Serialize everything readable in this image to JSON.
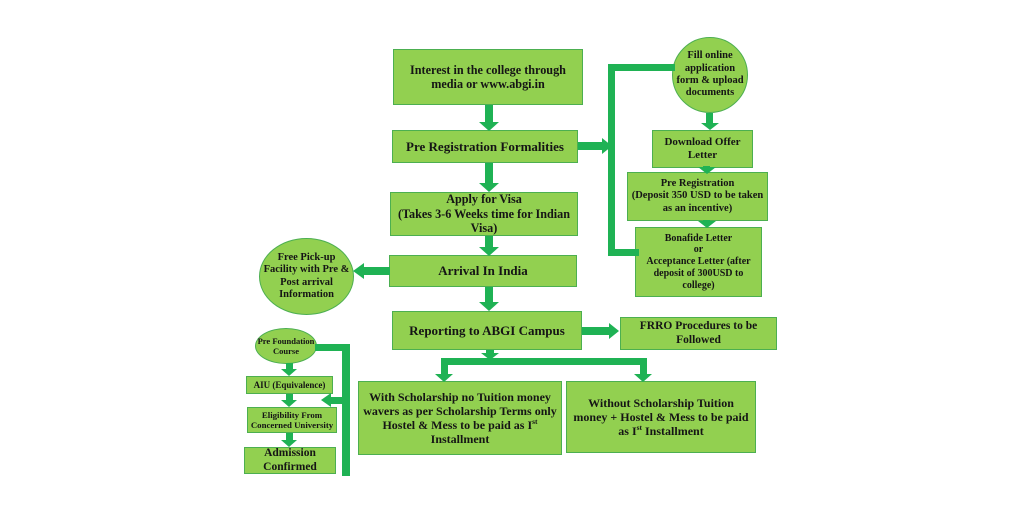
{
  "diagram": {
    "colors": {
      "node_fill": "#92d050",
      "node_border": "#4caf50",
      "connector": "#1fb254",
      "text": "#151515"
    },
    "nodes": {
      "interest": {
        "label": "Interest in the college through media or www.abgi.in"
      },
      "pre_registration_formalities": {
        "label": "Pre Registration Formalities"
      },
      "fill_online_application": {
        "label": "Fill online application form & upload documents"
      },
      "download_offer_letter": {
        "label": "Download Offer Letter"
      },
      "pre_registration_deposit": {
        "line1": "Pre Registration",
        "line2": "(Deposit 350 USD to be taken as an incentive)"
      },
      "bonafide_letter": {
        "line1": "Bonafide Letter",
        "line2": "or",
        "line3": "Acceptance Letter (after deposit of 300USD to college)"
      },
      "apply_for_visa": {
        "line1": "Apply for Visa",
        "line2": "(Takes 3-6 Weeks time for Indian Visa)"
      },
      "arrival_in_india": {
        "label": "Arrival In India"
      },
      "free_pickup": {
        "label": "Free Pick-up Facility with Pre & Post arrival Information"
      },
      "reporting_abgi_campus": {
        "label": "Reporting to ABGI Campus"
      },
      "frro": {
        "label": "FRRO Procedures to be Followed"
      },
      "with_scholarship": {
        "text_before_sup": "With Scholarship no Tuition money wavers as per Scholarship Terms only Hostel & Mess to be paid as I",
        "sup": "st",
        "text_after_sup": " Installment"
      },
      "without_scholarship": {
        "text_before_sup": "Without Scholarship Tuition money + Hostel & Mess to be paid as I",
        "sup": "st",
        "text_after_sup": " Installment"
      },
      "pre_foundation_course": {
        "label": "Pre Foundation Course"
      },
      "aiu_equivalence": {
        "label": "AIU (Equivalence)"
      },
      "eligibility": {
        "line1": "Eligibility From",
        "line2": "Concerned University"
      },
      "admission_confirmed": {
        "label": "Admission Confirmed"
      }
    }
  }
}
